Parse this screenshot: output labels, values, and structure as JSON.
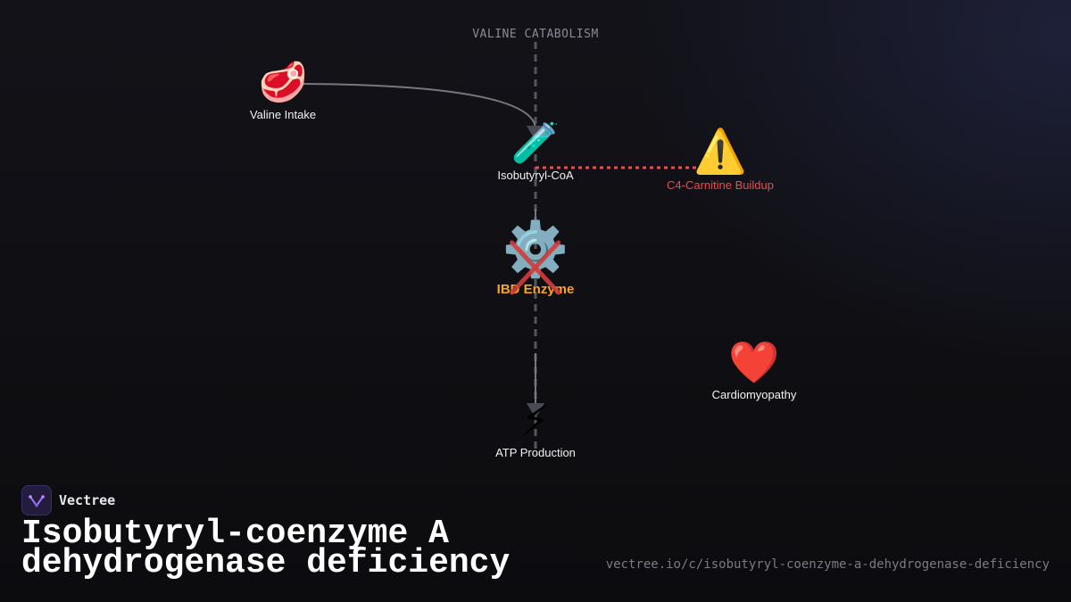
{
  "diagram": {
    "axis_title": "VALINE CATABOLISM",
    "nodes": {
      "valine_intake": {
        "icon": "🥩",
        "icon_name": "meat-icon",
        "label": "Valine Intake"
      },
      "isobutyryl_coa": {
        "icon": "🧪",
        "icon_name": "test-tube-icon",
        "label": "Isobutyryl-CoA"
      },
      "c4_carnitine": {
        "icon": "⚠️",
        "icon_name": "warning-icon",
        "label": "C4-Carnitine Buildup"
      },
      "ibd_enzyme": {
        "icon": "⚙️",
        "icon_name": "gear-icon",
        "label": "IBD Enzyme",
        "blocked": true
      },
      "cardiomyopathy": {
        "icon": "❤️",
        "icon_name": "heart-icon",
        "label": "Cardiomyopathy"
      },
      "atp_production": {
        "icon": "⚡",
        "icon_name": "lightning-icon",
        "label": "ATP Production"
      }
    },
    "colors": {
      "axis": "#55555c",
      "connector": "#77777f",
      "warning_link": "#ef4a4a",
      "enzyme_label": "#f5a623",
      "block_cross": "#d23c3c"
    }
  },
  "brand": {
    "name": "Vectree"
  },
  "page": {
    "title": "Isobutyryl-coenzyme A dehydrogenase deficiency",
    "url": "vectree.io/c/isobutyryl-coenzyme-a-dehydrogenase-deficiency"
  }
}
